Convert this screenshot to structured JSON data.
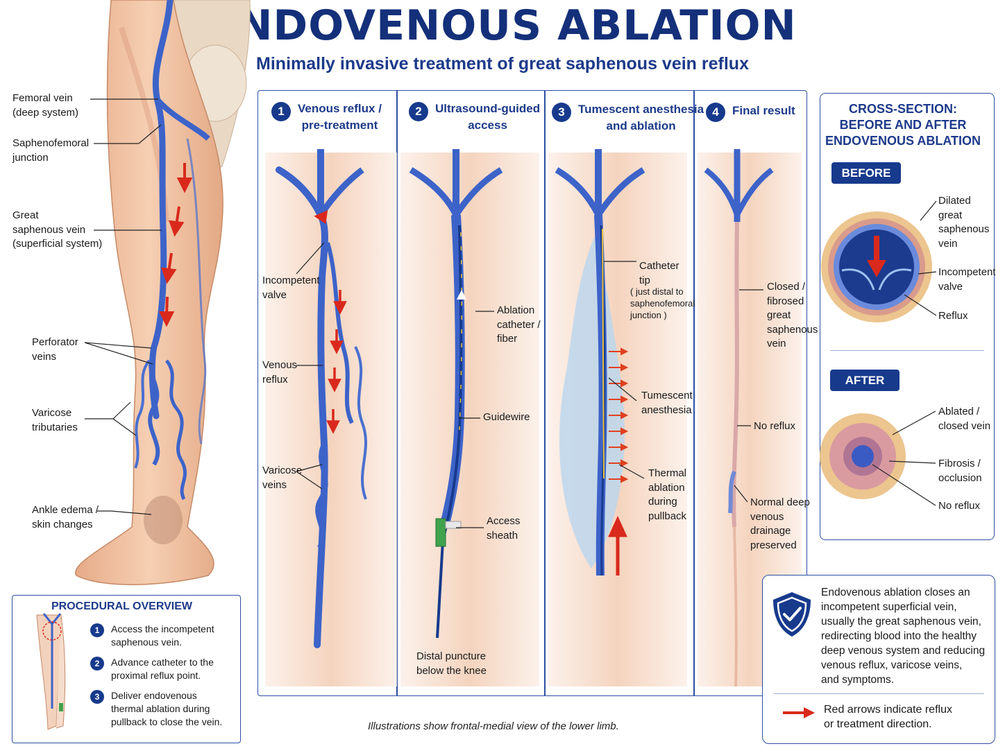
{
  "header": {
    "title": "ENDOVENOUS ABLATION",
    "subtitle": "Minimally invasive treatment of great saphenous vein reflux"
  },
  "leg_labels": {
    "femoral": "Femoral vein\n(deep system)",
    "sfj": "Saphenofemoral\njunction",
    "gsv": "Great\nsaphenous vein\n(superficial system)",
    "perforator": "Perforator\nveins",
    "varicose": "Varicose\ntributaries",
    "ankle": "Ankle edema /\nskin changes"
  },
  "steps": [
    {
      "num": "1",
      "title": "Venous reflux /\npre-treatment"
    },
    {
      "num": "2",
      "title": "Ultrasound-guided\naccess"
    },
    {
      "num": "3",
      "title": "Tumescent anesthesia\nand ablation"
    },
    {
      "num": "4",
      "title": "Final result"
    }
  ],
  "panel1_labels": {
    "valve": "Incompetent\nvalve",
    "reflux": "Venous\nreflux",
    "varicose": "Varicose\nveins"
  },
  "panel2_labels": {
    "catheter": "Ablation\ncatheter /\nfiber",
    "guidewire": "Guidewire",
    "sheath": "Access\nsheath",
    "puncture": "Distal puncture\nbelow the knee"
  },
  "panel3_labels": {
    "tip": "Catheter\ntip",
    "tip_note": "( just distal to\nsaphenofemoral\njunction )",
    "tumescent": "Tumescent\nanesthesia",
    "thermal": "Thermal\nablation\nduring\npullback"
  },
  "panel4_labels": {
    "closed": "Closed /\nfibrosed\ngreat\nsaphenous\nvein",
    "noreflux": "No reflux",
    "normal": "Normal deep\nvenous\ndrainage\npreserved"
  },
  "cross_section": {
    "title": "CROSS-SECTION:\nBEFORE AND AFTER\nENDOVENOUS ABLATION",
    "before_tag": "BEFORE",
    "after_tag": "AFTER",
    "before_labels": {
      "dilated": "Dilated\ngreat\nsaphenous\nvein",
      "valve": "Incompetent\nvalve",
      "reflux": "Reflux"
    },
    "after_labels": {
      "ablated": "Ablated /\nclosed vein",
      "fibrosis": "Fibrosis /\nocclusion",
      "noreflux": "No reflux"
    }
  },
  "overview": {
    "title": "PROCEDURAL OVERVIEW",
    "items": [
      {
        "num": "1",
        "text": "Access the incompetent\nsaphenous vein."
      },
      {
        "num": "2",
        "text": "Advance catheter to the\nproximal reflux point."
      },
      {
        "num": "3",
        "text": "Deliver endovenous\nthermal ablation during\npullback to close the vein."
      }
    ]
  },
  "info": {
    "text": "Endovenous ablation closes an\nincompetent superficial vein,\nusually the great saphenous vein,\nredirecting blood into the healthy\ndeep venous system and reducing\nvenous reflux, varicose veins,\nand symptoms.",
    "legend": "Red arrows indicate reflux\nor treatment direction."
  },
  "footer": {
    "note": "Illustrations show frontal-medial view of the lower limb."
  },
  "colors": {
    "navy": "#173a8c",
    "vein": "#3d63c9",
    "arrow": "#d9291c",
    "skin": "#f1c4a4"
  }
}
